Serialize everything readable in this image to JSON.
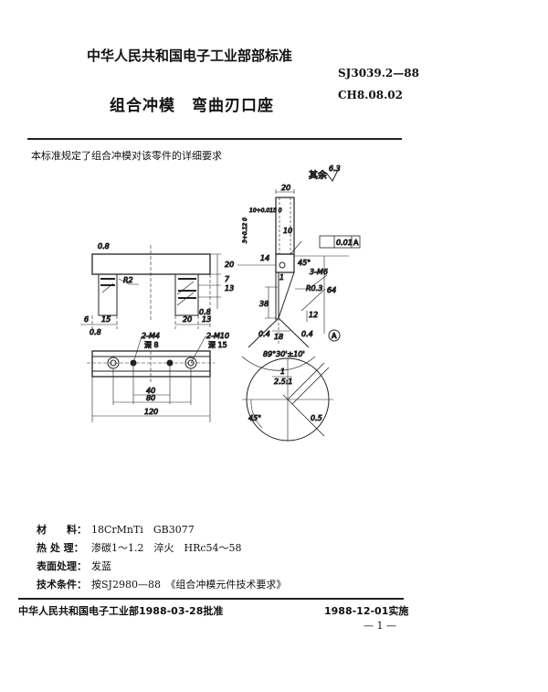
{
  "header": {
    "issuer": "中华人民共和国电子工业部部标准",
    "title": "组合冲模　弯曲刃口座",
    "standard_no": "SJ3039.2—88",
    "ch_no": "CH8.08.02"
  },
  "intro": "本标准规定了组合冲模对该零件的详细要求",
  "drawing": {
    "roughness_note": "其余",
    "roughness_value": "6.3",
    "left_view": {
      "top_roughness": "0.8",
      "r": "R2",
      "dim_6": "6",
      "dim_15": "15",
      "dim_20": "20",
      "dim_13": "13",
      "dim_20v": "20",
      "dim_13v": "13",
      "dim_7": "7",
      "bottom_roughness": "0.8",
      "side_roughness": "0.8",
      "m4": "2-M4",
      "m4_depth": "深 8",
      "m10": "2-M10",
      "m10_depth": "深 15",
      "dim_40": "40",
      "dim_80": "80",
      "dim_120": "120"
    },
    "right_view": {
      "dim_20": "20",
      "tol_10": "10+0.015 0",
      "tol_3": "3+0.12 0",
      "dim_14": "14",
      "dim_10": "10",
      "tolerance_frame": "0.01",
      "datum": "A",
      "chamfer": "45°",
      "marker_1": "1",
      "m6": "3-M6",
      "r03": "R0.3",
      "dim_38": "38",
      "dim_12": "12",
      "dim_64": "64",
      "dim_18": "18",
      "angle": "89°30'±10'",
      "roughness_left": "0.4",
      "roughness_right": "0.4",
      "detail_label": "1",
      "detail_scale": "2.5:1",
      "detail_angle": "45°",
      "detail_dim": "0.5"
    }
  },
  "specs": [
    {
      "label": "材　　料：",
      "value": "18CrMnTi　GB3077"
    },
    {
      "label": "热 处 理：",
      "value": "渗碳1～1.2　淬火　HRc54～58"
    },
    {
      "label": "表面处理：",
      "value": "发蓝"
    },
    {
      "label": "技术条件：",
      "value": "按SJ2980—88　《组合冲模元件技术要求》"
    }
  ],
  "footer": {
    "approval": "中华人民共和国电子工业部1988-03-28批准",
    "effective": "1988-12-01实施",
    "page": "— 1 —"
  }
}
